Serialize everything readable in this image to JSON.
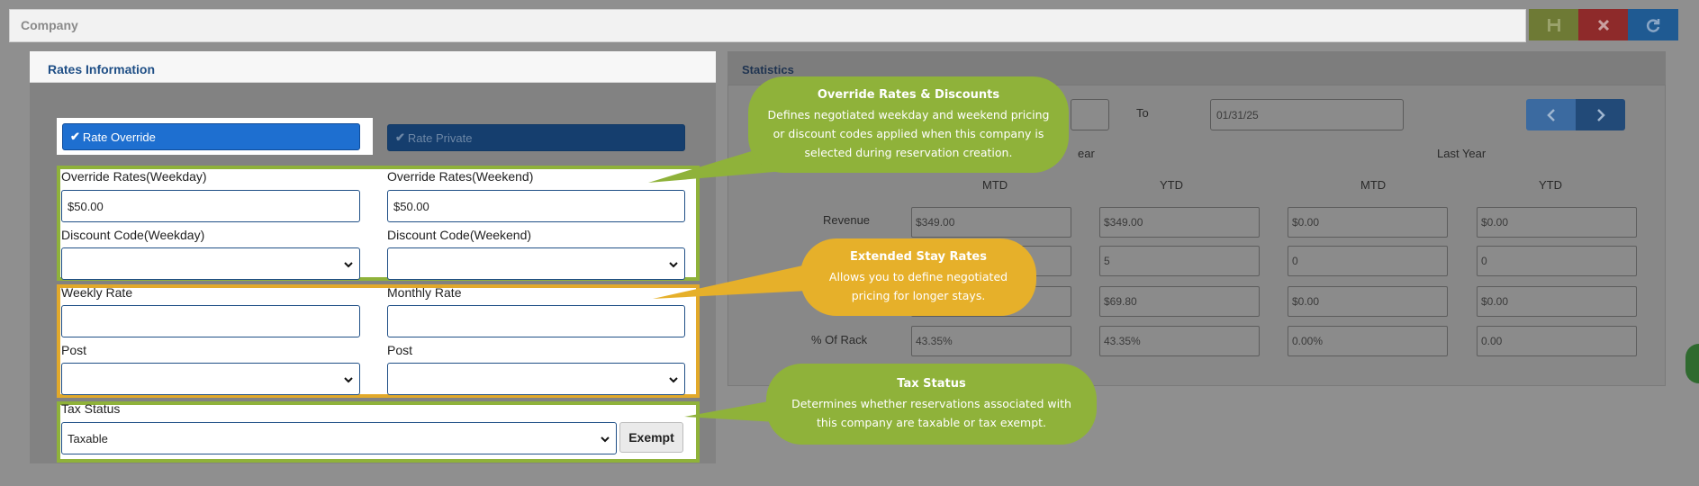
{
  "header": {
    "title": "Company"
  },
  "toolbar": {
    "save_icon": "save-icon",
    "close_icon": "close-icon",
    "refresh_icon": "refresh-icon"
  },
  "rates": {
    "title": "Rates Information",
    "rate_override_label": "Rate Override",
    "rate_private_label": "Rate Private",
    "override_weekday_label": "Override Rates(Weekday)",
    "override_weekday_value": "$50.00",
    "override_weekend_label": "Override Rates(Weekend)",
    "override_weekend_value": "$50.00",
    "discount_weekday_label": "Discount Code(Weekday)",
    "discount_weekday_value": "",
    "discount_weekend_label": "Discount Code(Weekend)",
    "discount_weekend_value": "",
    "weekly_rate_label": "Weekly Rate",
    "weekly_rate_value": "",
    "monthly_rate_label": "Monthly Rate",
    "monthly_rate_value": "",
    "post_label_1": "Post",
    "post_value_1": "",
    "post_label_2": "Post",
    "post_value_2": "",
    "tax_status_label": "Tax Status",
    "tax_status_value": "Taxable",
    "exempt_label": "Exempt"
  },
  "statistics": {
    "title": "Statistics",
    "to_label": "To",
    "to_date": "01/31/25",
    "year_fragment": "ear",
    "last_year_label": "Last Year",
    "columns": [
      "MTD",
      "YTD",
      "MTD",
      "YTD"
    ],
    "rows": [
      {
        "label": "Revenue",
        "values": [
          "$349.00",
          "$349.00",
          "$0.00",
          "$0.00"
        ]
      },
      {
        "label": "",
        "values": [
          "",
          "5",
          "0",
          "0"
        ]
      },
      {
        "label": "",
        "values": [
          "",
          "$69.80",
          "$0.00",
          "$0.00"
        ]
      },
      {
        "label": "% Of Rack",
        "values": [
          "43.35%",
          "43.35%",
          "0.00%",
          "0.00"
        ]
      }
    ]
  },
  "callouts": [
    {
      "title": "Override Rates & Discounts",
      "body": "Defines negotiated weekday and weekend pricing or discount codes applied when this company is selected during reservation creation."
    },
    {
      "title": "Extended Stay Rates",
      "body": "Allows you to define negotiated pricing for longer stays."
    },
    {
      "title": "Tax Status",
      "body": "Determines whether reservations associated with this company are taxable or tax exempt."
    }
  ],
  "colors": {
    "green": "#8fb23a",
    "orange": "#e6b02a",
    "blue": "#1e6fd0",
    "navy": "#1f4f86"
  }
}
